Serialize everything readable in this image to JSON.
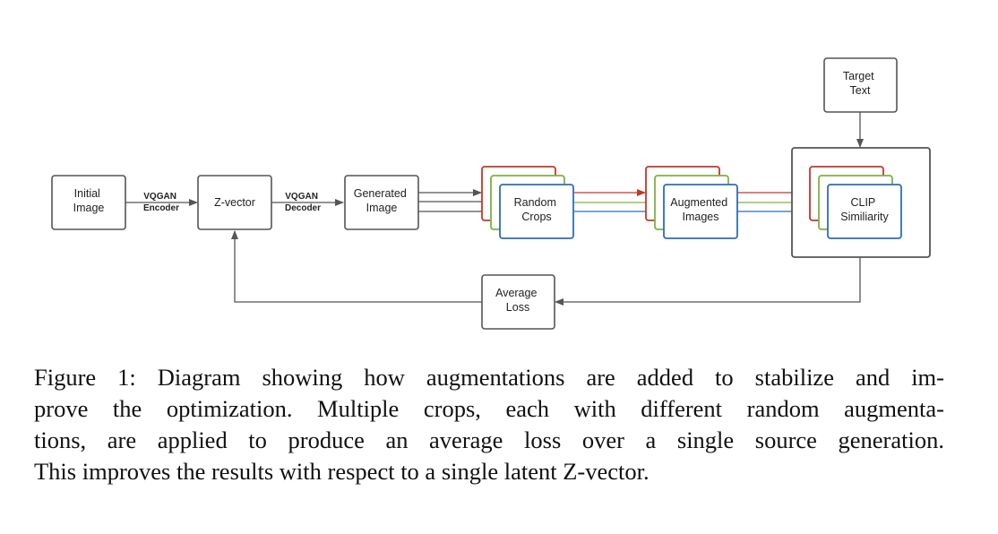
{
  "diagram": {
    "nodes": {
      "initial_image": [
        "Initial",
        "Image"
      ],
      "z_vector": [
        "Z-vector"
      ],
      "generated_image": [
        "Generated",
        "Image"
      ],
      "random_crops": [
        "Random",
        "Crops"
      ],
      "augmented_images": [
        "Augmented",
        "Images"
      ],
      "clip_similarity": [
        "CLIP",
        "Similiarity"
      ],
      "target_text": [
        "Target",
        "Text"
      ],
      "average_loss": [
        "Average",
        "Loss"
      ]
    },
    "edges": {
      "vqgan_encoder": [
        "VQGAN",
        "Encoder"
      ],
      "vqgan_decoder": [
        "VQGAN",
        "Decoder"
      ]
    },
    "colors": {
      "box_stroke": "#555555",
      "arrow": "#555555",
      "red": "#c0392b",
      "green": "#7cb342",
      "blue": "#2f6db5"
    }
  },
  "caption": {
    "lines": [
      "Figure 1: Diagram showing how augmentations are added to stabilize and im-",
      "prove the optimization. Multiple crops, each with different random augmenta-",
      "tions, are applied to produce an average loss over a single source generation.",
      "This improves the results with respect to a single latent Z-vector."
    ]
  }
}
